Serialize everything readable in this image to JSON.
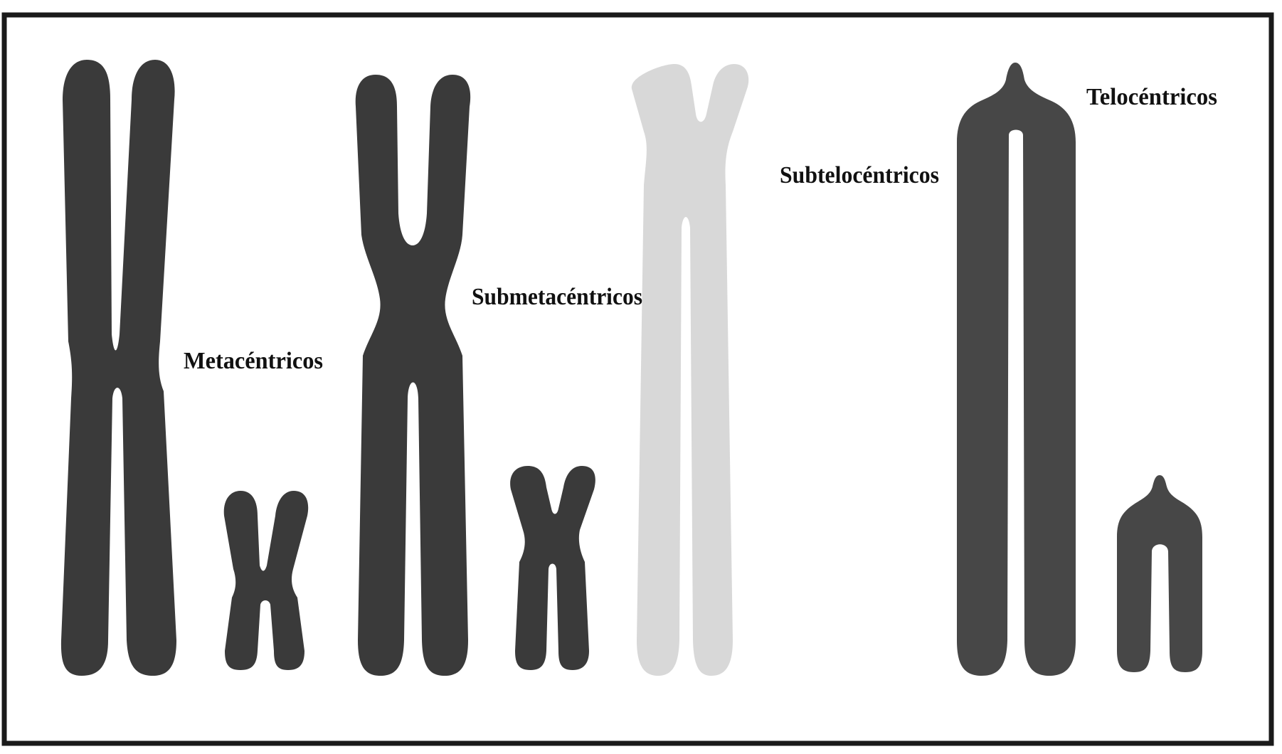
{
  "labels": {
    "metacentric": "Metacéntricos",
    "submetacentric": "Submetacéntricos",
    "subtelocentric": "Subtelocéntricos",
    "telocentric": "Telocéntricos"
  },
  "colors": {
    "chromosome_dark": "#3a3a3a",
    "chromosome_medium": "#474747",
    "chromosome_faded": "#d4d4d4",
    "frame": "#1a1a1a",
    "background": "#ffffff"
  }
}
